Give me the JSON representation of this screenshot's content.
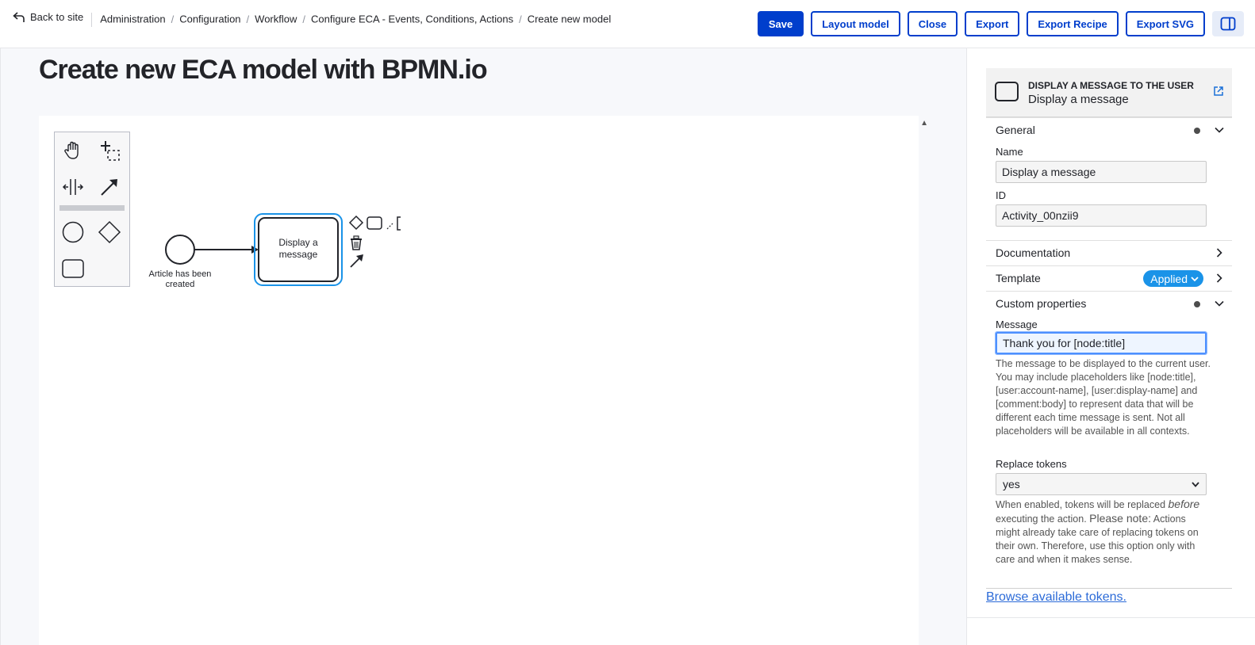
{
  "breadcrumb": {
    "back_label": "Back to site",
    "items": [
      "Administration",
      "Configuration",
      "Workflow",
      "Configure ECA - Events, Conditions, Actions",
      "Create new model"
    ]
  },
  "toolbar": {
    "save": "Save",
    "layout": "Layout model",
    "close": "Close",
    "export": "Export",
    "export_recipe": "Export Recipe",
    "export_svg": "Export SVG"
  },
  "page": {
    "title": "Create new ECA model with BPMN.io"
  },
  "diagram": {
    "start_event_label_line1": "Article has been",
    "start_event_label_line2": "created",
    "task_label_line1": "Display a",
    "task_label_line2": "message"
  },
  "panel": {
    "element_type": "DISPLAY A MESSAGE TO THE USER",
    "element_name": "Display a message",
    "general": {
      "title": "General",
      "name_label": "Name",
      "name_value": "Display a message",
      "id_label": "ID",
      "id_value": "Activity_00nzii9"
    },
    "documentation_title": "Documentation",
    "template": {
      "title": "Template",
      "badge": "Applied"
    },
    "custom": {
      "title": "Custom properties",
      "message_label": "Message",
      "message_value": "Thank you for [node:title]",
      "message_help": "The message to be displayed to the current user. You may include placeholders like [node:title], [user:account-name], [user:display-name] and [comment:body] to represent data that will be different each time message is sent. Not all placeholders will be available in all contexts.",
      "replace_label": "Replace tokens",
      "replace_value": "yes",
      "replace_help_1": "When enabled, tokens will be replaced",
      "replace_help_em": "before",
      "replace_help_2": "executing the action.",
      "replace_help_note": "Please note:",
      "replace_help_3": "Actions might already take care of replacing tokens on their own. Therefore, use this option only with care and when it makes sense."
    },
    "browse_tokens": "Browse available tokens."
  },
  "colors": {
    "accent": "#003ecc",
    "selection": "#1a93e8",
    "badge": "#1a93e8"
  }
}
